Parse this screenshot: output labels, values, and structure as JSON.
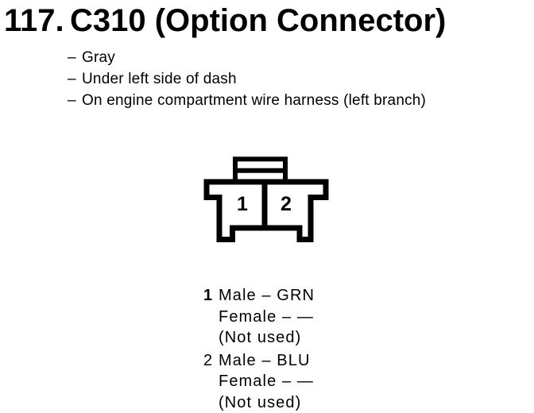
{
  "page": {
    "background_color": "#ffffff",
    "ink_color": "#000000"
  },
  "header": {
    "number": "117.",
    "title": "C310 (Option Connector)"
  },
  "details": {
    "items": [
      {
        "bullet": "–",
        "text": "Gray"
      },
      {
        "bullet": "–",
        "text": "Under left side of dash"
      },
      {
        "bullet": "–",
        "text": "On engine compartment wire harness (left branch)"
      }
    ]
  },
  "connector": {
    "description": "2-cavity connector, front view, lock tab on top",
    "cavity_labels": [
      "1",
      "2"
    ]
  },
  "pinout": {
    "entries": [
      {
        "pin": "1",
        "male": "Male – GRN",
        "female": "Female – —",
        "note": "(Not used)"
      },
      {
        "pin": "2",
        "male": "Male – BLU",
        "female": "Female – —",
        "note": "(Not used)"
      }
    ]
  }
}
